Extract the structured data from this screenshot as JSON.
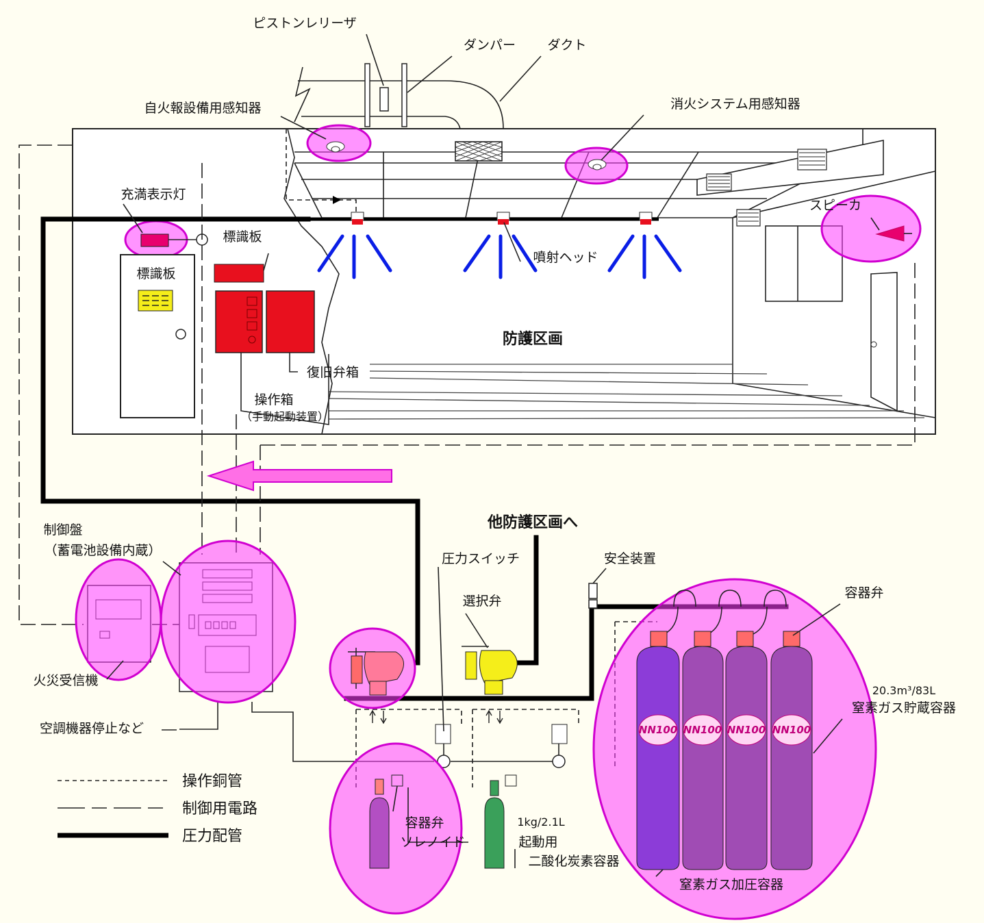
{
  "labels": {
    "piston_releaser": "ピストンレリーザ",
    "damper": "ダンパー",
    "duct": "ダクト",
    "fire_alarm_detector": "自火報設備用感知器",
    "extinguish_detector": "消火システム用感知器",
    "full_indicator_lamp": "充満表示灯",
    "sign_board_a": "標識板",
    "sign_board_b": "標識板",
    "speaker": "スピーカ",
    "spray_head": "噴射ヘッド",
    "protected_zone": "防護区画",
    "restore_valve_box": "復旧弁箱",
    "operation_box": "操作箱",
    "manual_start": "（手動起動装置）",
    "control_panel": "制御盤",
    "control_panel_sub": "（蓄電池設備内蔵）",
    "fire_receiver": "火災受信機",
    "hvac_stop": "空調機器停止など",
    "other_zone": "他防護区画へ",
    "pressure_switch": "圧力スイッチ",
    "selector_valve": "選択弁",
    "safety_device": "安全装置",
    "container_valve_top": "容器弁",
    "container_valve": "容器弁",
    "solenoid": "ソレノイド",
    "co2_capacity": "1kg/2.1L",
    "co2_line1": "起動用",
    "co2_line2": "二酸化炭素容器",
    "n2_capacity": "20.3m³/83L",
    "n2_storage": "窒素ガス貯蔵容器",
    "n2_pressurize": "窒素ガス加圧容器",
    "cylinder_mark": "NN100"
  },
  "legend": [
    {
      "label": "操作銅管",
      "style": "dotted"
    },
    {
      "label": "制御用電路",
      "style": "dashed"
    },
    {
      "label": "圧力配管",
      "style": "thick"
    }
  ],
  "colors": {
    "highlight": "#ff3cff",
    "red_equipment": "#e8101e",
    "spray_lines": "#0a1ee6",
    "cylinder_purple": "#8c3cd8",
    "selector_yellow": "#f5ee1a",
    "co2_green": "#3aa05a"
  }
}
